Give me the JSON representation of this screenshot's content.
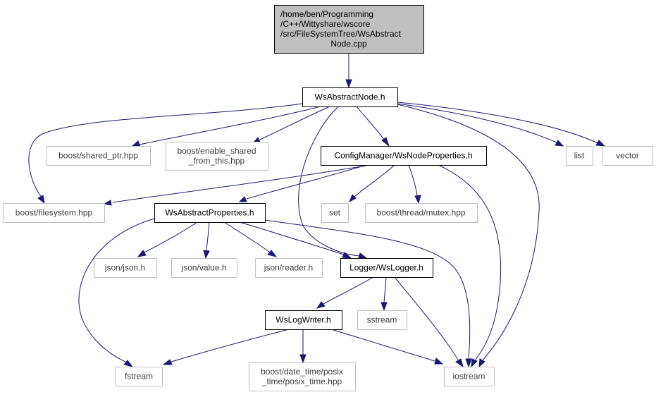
{
  "colors": {
    "edge": "#191970",
    "root_fill": "#bfbfbf",
    "node_border": "#000000",
    "external_border": "#bfbfbf",
    "text": "#000000",
    "external_text": "#3f3f3f"
  },
  "nodes": {
    "root": {
      "lines": [
        "/home/ben/Programming",
        "/C++/Wittyshare/wscore",
        "/src/FileSystemTree/WsAbstract",
        "Node.cpp"
      ],
      "kind": "root"
    },
    "wsabstractnode": {
      "lines": [
        "WsAbstractNode.h"
      ],
      "kind": "internal"
    },
    "shared_ptr": {
      "lines": [
        "boost/shared_ptr.hpp"
      ],
      "kind": "external"
    },
    "enable_shared": {
      "lines": [
        "boost/enable_shared",
        "_from_this.hpp"
      ],
      "kind": "external"
    },
    "wsnodeproperties": {
      "lines": [
        "ConfigManager/WsNodeProperties.h"
      ],
      "kind": "internal"
    },
    "list": {
      "lines": [
        "list"
      ],
      "kind": "external"
    },
    "vector": {
      "lines": [
        "vector"
      ],
      "kind": "external"
    },
    "filesystem": {
      "lines": [
        "boost/filesystem.hpp"
      ],
      "kind": "external"
    },
    "wsabstractproperties": {
      "lines": [
        "WsAbstractProperties.h"
      ],
      "kind": "internal"
    },
    "set": {
      "lines": [
        "set"
      ],
      "kind": "external"
    },
    "mutex": {
      "lines": [
        "boost/thread/mutex.hpp"
      ],
      "kind": "external"
    },
    "json_json": {
      "lines": [
        "json/json.h"
      ],
      "kind": "external"
    },
    "json_value": {
      "lines": [
        "json/value.h"
      ],
      "kind": "external"
    },
    "json_reader": {
      "lines": [
        "json/reader.h"
      ],
      "kind": "external"
    },
    "wslogger": {
      "lines": [
        "Logger/WsLogger.h"
      ],
      "kind": "internal"
    },
    "wslogwriter": {
      "lines": [
        "WsLogWriter.h"
      ],
      "kind": "internal"
    },
    "sstream": {
      "lines": [
        "sstream"
      ],
      "kind": "external"
    },
    "fstream": {
      "lines": [
        "fstream"
      ],
      "kind": "external"
    },
    "posix_time": {
      "lines": [
        "boost/date_time/posix",
        "_time/posix_time.hpp"
      ],
      "kind": "external"
    },
    "iostream": {
      "lines": [
        "iostream"
      ],
      "kind": "external"
    }
  },
  "edges": [
    [
      "root",
      "wsabstractnode"
    ],
    [
      "wsabstractnode",
      "shared_ptr"
    ],
    [
      "wsabstractnode",
      "enable_shared"
    ],
    [
      "wsabstractnode",
      "wsnodeproperties"
    ],
    [
      "wsabstractnode",
      "list"
    ],
    [
      "wsabstractnode",
      "vector"
    ],
    [
      "wsabstractnode",
      "filesystem"
    ],
    [
      "wsabstractnode",
      "wslogger"
    ],
    [
      "wsabstractnode",
      "iostream"
    ],
    [
      "wsnodeproperties",
      "filesystem"
    ],
    [
      "wsnodeproperties",
      "wsabstractproperties"
    ],
    [
      "wsnodeproperties",
      "set"
    ],
    [
      "wsnodeproperties",
      "mutex"
    ],
    [
      "wsnodeproperties",
      "iostream"
    ],
    [
      "wsabstractproperties",
      "json_json"
    ],
    [
      "wsabstractproperties",
      "json_value"
    ],
    [
      "wsabstractproperties",
      "json_reader"
    ],
    [
      "wsabstractproperties",
      "wslogger"
    ],
    [
      "wsabstractproperties",
      "fstream"
    ],
    [
      "wsabstractproperties",
      "iostream"
    ],
    [
      "wslogger",
      "wslogwriter"
    ],
    [
      "wslogger",
      "sstream"
    ],
    [
      "wslogger",
      "iostream"
    ],
    [
      "wslogwriter",
      "fstream"
    ],
    [
      "wslogwriter",
      "posix_time"
    ],
    [
      "wslogwriter",
      "iostream"
    ]
  ]
}
